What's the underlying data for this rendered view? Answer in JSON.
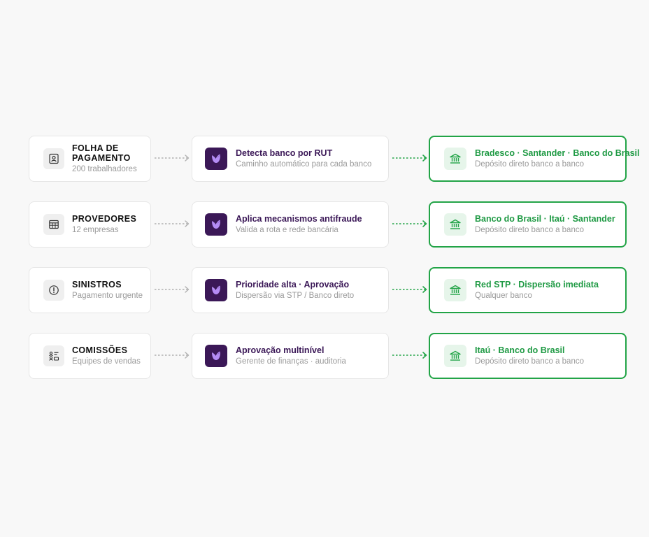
{
  "rows": [
    {
      "source": {
        "title": "FOLHA DE PAGAMENTO",
        "subtitle": "200 trabalhadores",
        "icon": "contact-card-icon"
      },
      "process": {
        "title": "Detecta banco por RUT",
        "subtitle": "Caminho automático para cada banco",
        "icon": "brand-logo-icon"
      },
      "destination": {
        "title": "Bradesco · Santander · Banco do Brasil",
        "subtitle": "Depósito direto banco a banco",
        "icon": "bank-icon"
      }
    },
    {
      "source": {
        "title": "PROVEDORES",
        "subtitle": "12 empresas",
        "icon": "table-icon"
      },
      "process": {
        "title": "Aplica mecanismos antifraude",
        "subtitle": "Valida a rota e rede bancária",
        "icon": "brand-logo-icon"
      },
      "destination": {
        "title": "Banco do Brasil · Itaú · Santander",
        "subtitle": "Depósito direto banco a banco",
        "icon": "bank-icon"
      }
    },
    {
      "source": {
        "title": "SINISTROS",
        "subtitle": "Pagamento urgente",
        "icon": "alert-circle-icon"
      },
      "process": {
        "title": "Prioridade alta · Aprovação",
        "subtitle": "Dispersão via STP / Banco direto",
        "icon": "brand-logo-icon"
      },
      "destination": {
        "title": "Red STP · Dispersão imediata",
        "subtitle": "Qualquer banco",
        "icon": "bank-icon"
      }
    },
    {
      "source": {
        "title": "COMISSÕES",
        "subtitle": "Equipes de vendas",
        "icon": "people-list-icon"
      },
      "process": {
        "title": "Aprovação multinível",
        "subtitle": "Gerente de finanças · auditoria",
        "icon": "brand-logo-icon"
      },
      "destination": {
        "title": "Itaú · Banco do Brasil",
        "subtitle": "Depósito direto banco a banco",
        "icon": "bank-icon"
      }
    }
  ],
  "colors": {
    "brand": "#3b1857",
    "brand_logo": "#b58cf5",
    "success": "#22a447",
    "arrow_gray": "#b0b0b0"
  }
}
